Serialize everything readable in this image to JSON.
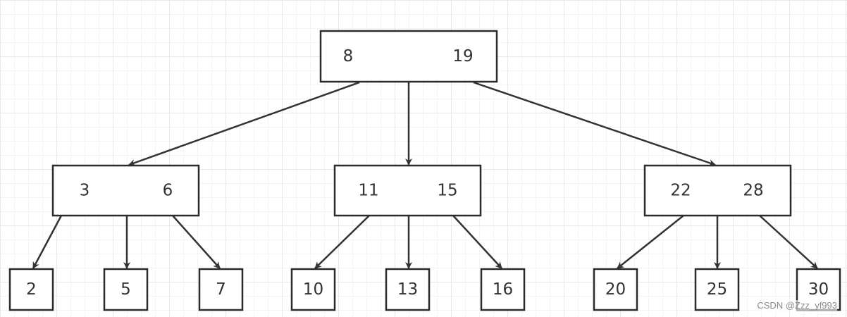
{
  "diagram": {
    "type": "b-tree",
    "levels": [
      {
        "nodes": [
          {
            "id": "root",
            "keys": [
              "8",
              "19"
            ]
          }
        ]
      },
      {
        "nodes": [
          {
            "id": "n1",
            "keys": [
              "3",
              "6"
            ]
          },
          {
            "id": "n2",
            "keys": [
              "11",
              "15"
            ]
          },
          {
            "id": "n3",
            "keys": [
              "22",
              "28"
            ]
          }
        ]
      },
      {
        "nodes": [
          {
            "id": "l1",
            "keys": [
              "2"
            ]
          },
          {
            "id": "l2",
            "keys": [
              "5"
            ]
          },
          {
            "id": "l3",
            "keys": [
              "7"
            ]
          },
          {
            "id": "l4",
            "keys": [
              "10"
            ]
          },
          {
            "id": "l5",
            "keys": [
              "13"
            ]
          },
          {
            "id": "l6",
            "keys": [
              "16"
            ]
          },
          {
            "id": "l7",
            "keys": [
              "20"
            ]
          },
          {
            "id": "l8",
            "keys": [
              "25"
            ]
          },
          {
            "id": "l9",
            "keys": [
              "30"
            ]
          }
        ]
      }
    ],
    "edges": [
      {
        "from": "root",
        "to": "n1"
      },
      {
        "from": "root",
        "to": "n2"
      },
      {
        "from": "root",
        "to": "n3"
      },
      {
        "from": "n1",
        "to": "l1"
      },
      {
        "from": "n1",
        "to": "l2"
      },
      {
        "from": "n1",
        "to": "l3"
      },
      {
        "from": "n2",
        "to": "l4"
      },
      {
        "from": "n2",
        "to": "l5"
      },
      {
        "from": "n2",
        "to": "l6"
      },
      {
        "from": "n3",
        "to": "l7"
      },
      {
        "from": "n3",
        "to": "l8"
      },
      {
        "from": "n3",
        "to": "l9"
      }
    ]
  },
  "watermark": "CSDN @Zzz_yf993",
  "colors": {
    "stroke": "#2b2b2b",
    "text": "#333333",
    "grid": "#e8e8e8"
  }
}
